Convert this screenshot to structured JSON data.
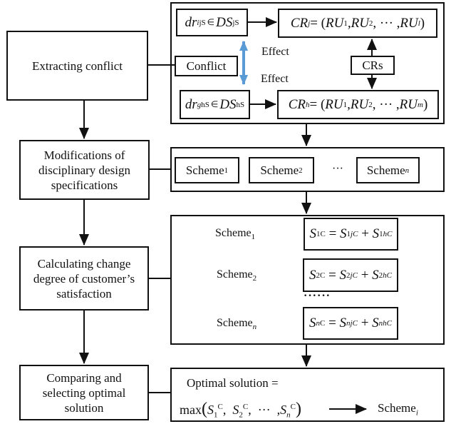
{
  "steps": [
    {
      "label": "Extracting conflict"
    },
    {
      "label": "Modifications of disciplinary design specifications"
    },
    {
      "label": "Calculating change degree of customer’s satisfaction"
    },
    {
      "label": "Comparing and selecting optimal solution"
    }
  ],
  "conflict": {
    "label": "Conflict",
    "effect_top": "Effect",
    "effect_bottom": "Effect",
    "crs": "CRs",
    "double_arrow_color": "#5b9bd5",
    "dr_top": {
      "base": "dr",
      "sub": "i",
      "sup": "jS",
      "in": "∈",
      "set": "DS",
      "set_sup": "jS"
    },
    "dr_bottom": {
      "base": "dr",
      "sub": "g",
      "sup": "hS",
      "in": "∈",
      "set": "DS",
      "set_sup": "hS"
    },
    "cr_top": {
      "base": "CR",
      "sup": "j",
      "eq": " = (",
      "ru": "RU",
      "s1": "1",
      "s2": "2",
      "dots": ", ··· , ",
      "last": "l",
      "close": ")"
    },
    "cr_bottom": {
      "base": "CR",
      "sup": "h",
      "eq": " = (",
      "ru": "RU",
      "s1": "1",
      "s2": "2",
      "dots": ", ··· , ",
      "last": "m",
      "close": ")"
    }
  },
  "schemes": {
    "base": "Scheme",
    "items": [
      {
        "sub": "1"
      },
      {
        "sub": "2"
      },
      {
        "sub": "n"
      }
    ],
    "ellipsis": "···"
  },
  "satisfaction": {
    "rows": [
      {
        "label": "Scheme",
        "sub": "1",
        "S": "S",
        "i": "1",
        "C": "C",
        "jC": "jC",
        "hC": "hC"
      },
      {
        "label": "Scheme",
        "sub": "2",
        "S": "S",
        "i": "2",
        "C": "C",
        "jC": "jC",
        "hC": "hC"
      },
      {
        "label": "Scheme",
        "sub": "n",
        "S": "S",
        "i": "n",
        "C": "C",
        "jC": "jC",
        "hC": "hC"
      }
    ],
    "ellipsis": "······"
  },
  "optimal": {
    "line1": "Optimal solution =",
    "max": "max",
    "s1": "1",
    "s2": "2",
    "sn": "n",
    "C": "C",
    "S": "S",
    "dots": "···",
    "result_base": "Scheme",
    "result_sub": "i"
  }
}
